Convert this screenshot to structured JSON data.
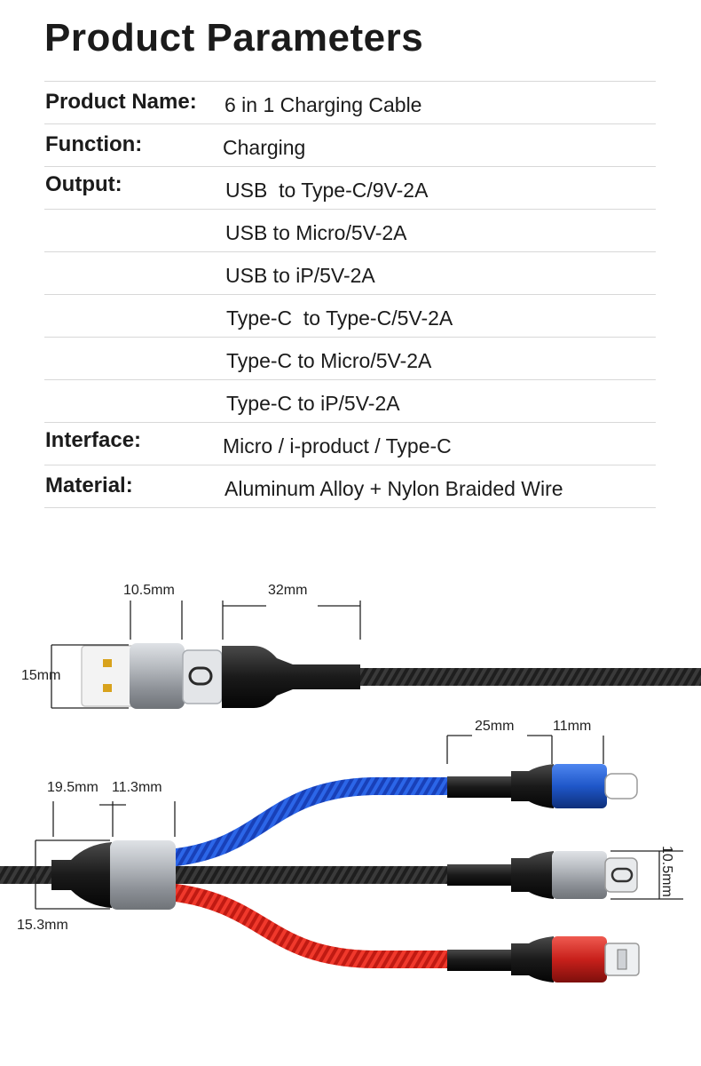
{
  "header": {
    "title": "Product Parameters"
  },
  "specs": {
    "product_name": {
      "label": "Product Name:",
      "value": "6 in 1 Charging Cable"
    },
    "function": {
      "label": "Function:",
      "value": "Charging"
    },
    "output": {
      "label": "Output:",
      "values": [
        "USB  to Type-C/9V-2A",
        "USB to Micro/5V-2A",
        "USB to iP/5V-2A",
        "Type-C  to Type-C/5V-2A",
        "Type-C to Micro/5V-2A",
        "Type-C to iP/5V-2A"
      ]
    },
    "interface": {
      "label": "Interface:",
      "value": "Micro / i-product / Type-C"
    },
    "material": {
      "label": "Material:",
      "value": "Aluminum Alloy + Nylon Braided Wire"
    }
  },
  "dimensions": {
    "usb_plug_length": "10.5mm",
    "adapter_length": "32mm",
    "usb_plug_height": "15mm",
    "connector_neck_length": "25mm",
    "connector_head_length": "11mm",
    "splitter_neck_length": "19.5mm",
    "splitter_body_length": "11.3mm",
    "splitter_height": "15.3mm",
    "connector_height": "10.5mm"
  },
  "colors": {
    "blue_cable": "#1c4fd6",
    "red_cable": "#e0241a",
    "black_cable": "#1e1e1e",
    "aluminum": "#a9adb2",
    "blue_head": "#1f57c9",
    "red_head": "#c8201b"
  }
}
